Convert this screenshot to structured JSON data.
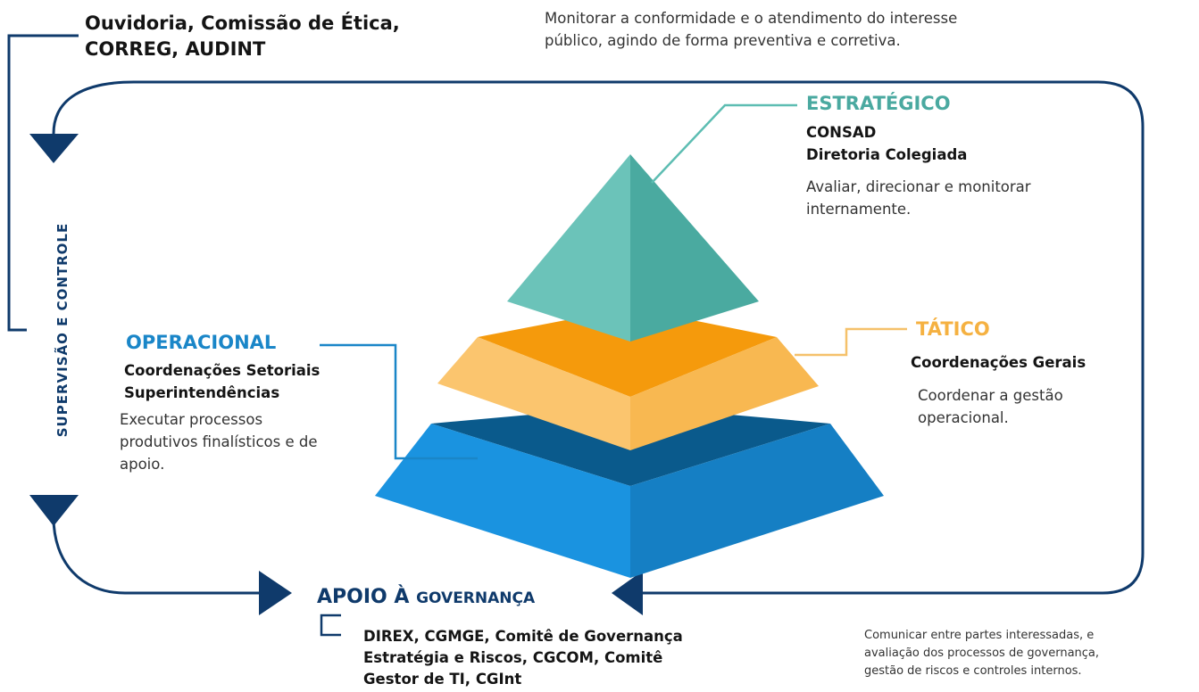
{
  "supervision": {
    "title_lines": [
      "Ouvidoria, Comissão de Ética,",
      "CORREG, AUDINT"
    ],
    "vertical_label": "SUPERVISÃO E CONTROLE",
    "description_lines": [
      "Monitorar a conformidade e o atendimento do interesse",
      "público, agindo de forma preventiva e corretiva."
    ]
  },
  "estrategico": {
    "title": "ESTRATÉGICO",
    "bodies": [
      "CONSAD",
      "Diretoria Colegiada"
    ],
    "description_lines": [
      "Avaliar, direcionar e monitorar",
      "internamente."
    ]
  },
  "tatico": {
    "title": "TÁTICO",
    "body": "Coordenações Gerais",
    "description_lines": [
      "Coordenar a gestão",
      "operacional."
    ]
  },
  "operacional": {
    "title": "OPERACIONAL",
    "bodies": [
      "Coordenações Setoriais",
      "Superintendências"
    ],
    "description_lines": [
      "Executar processos",
      "produtivos finalísticos e de",
      "apoio."
    ]
  },
  "apoio": {
    "title_main": "APOIO À ",
    "title_small": "GOVERNANÇA",
    "bodies": [
      "DIREX, CGMGE, Comitê de Governança",
      "Estratégia e Riscos, CGCOM, Comitê",
      "Gestor de TI, CGInt"
    ],
    "description_lines": [
      "Comunicar entre partes interessadas, e",
      "avaliação dos processos de governança,",
      "gestão de riscos e controles internos."
    ]
  },
  "colors": {
    "navy": "#0f3a6b",
    "teal": "#4aa9a0",
    "orange": "#f5b141",
    "blue": "#1a86c8"
  }
}
